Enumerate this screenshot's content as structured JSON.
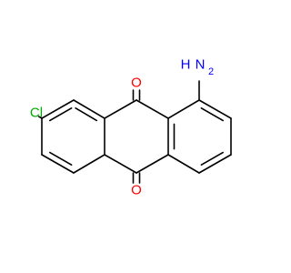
{
  "molecule": {
    "atoms": {
      "oxygen_top": "O",
      "oxygen_bottom": "O",
      "nitrogen": "N",
      "hydrogen": "H",
      "hydrogen_count": "2",
      "chlorine": "Cl"
    },
    "colors": {
      "bond": "#000000",
      "oxygen": "#ff0000",
      "nitrogen": "#0000ff",
      "chlorine": "#00aa00"
    }
  }
}
